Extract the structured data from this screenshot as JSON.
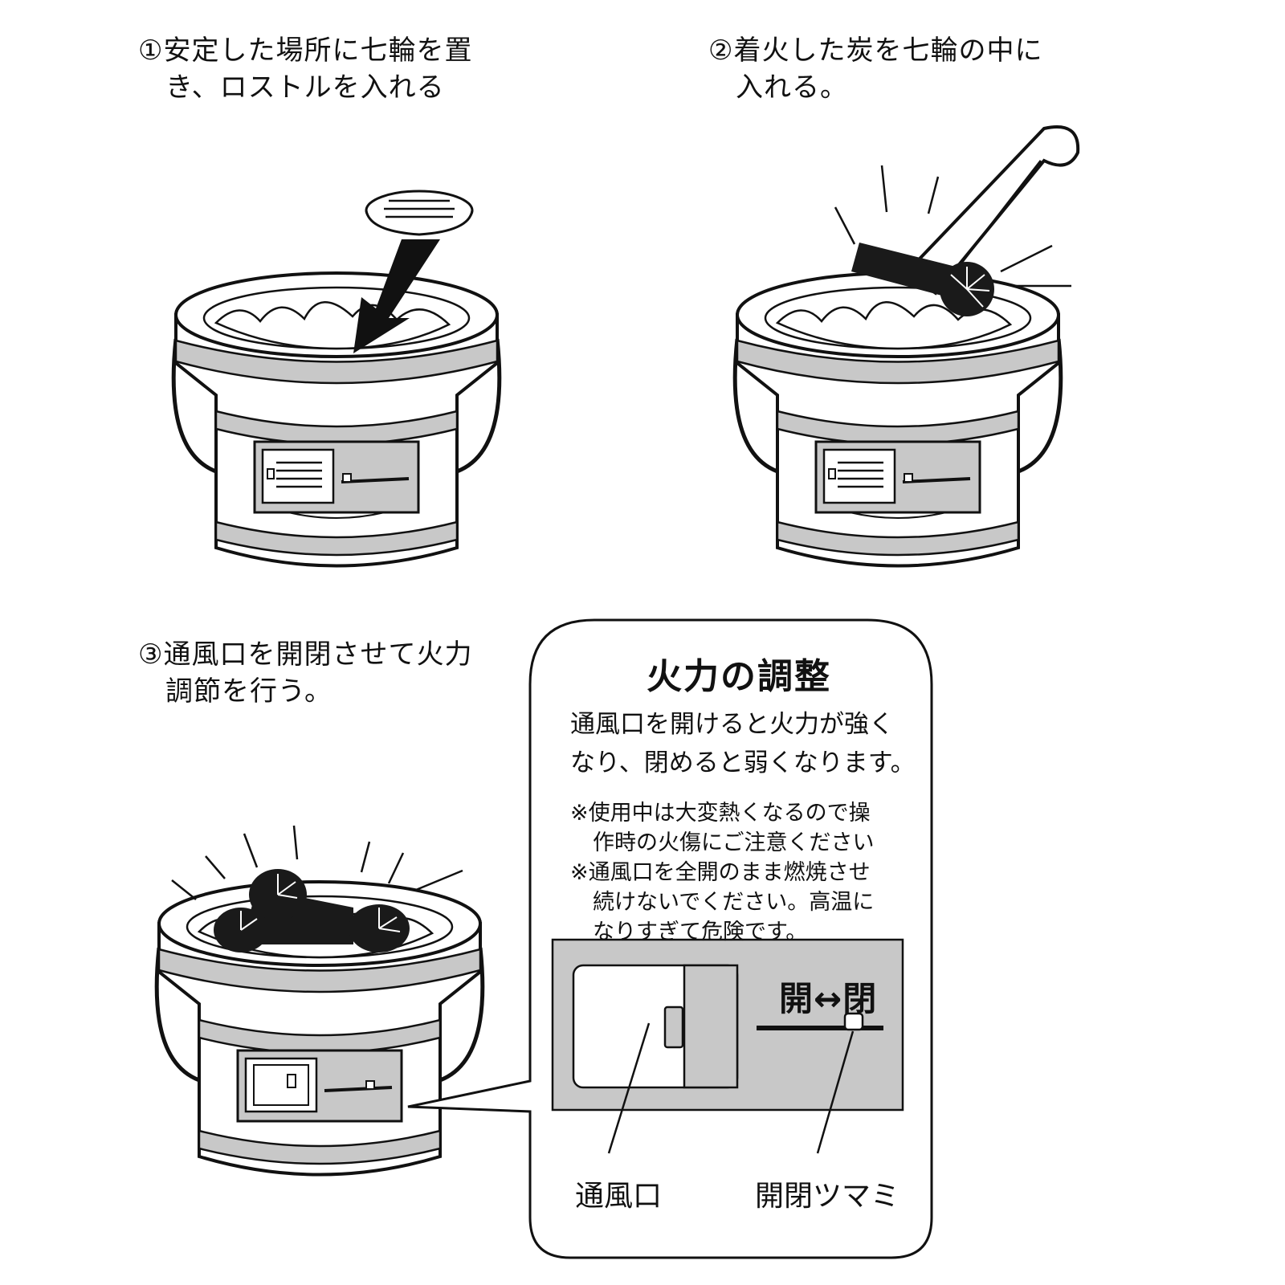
{
  "steps": [
    {
      "line1": "①安定した場所に七輪を置",
      "line2": "き、ロストルを入れる"
    },
    {
      "line1": "②着火した炭を七輪の中に",
      "line2": "入れる。"
    },
    {
      "line1": "③通風口を開閉させて火力",
      "line2": "調節を行う。"
    }
  ],
  "panel": {
    "title": "火力の調整",
    "desc_line1": "通風口を開けると火力が強く",
    "desc_line2": "なり、閉めると弱くなります。",
    "note1_line1": "※使用中は大変熱くなるので操",
    "note1_line2": "作時の火傷にご注意ください",
    "note2_line1": "※通風口を全開のまま燃焼させ",
    "note2_line2": "続けないでください。高温に",
    "note2_line3": "なりすぎて危険です。",
    "open_close_label": "開↔閉",
    "callout_vent": "通風口",
    "callout_knob": "開閉ツマミ"
  },
  "colors": {
    "line": "#111111",
    "gray": "#c8c8c8",
    "charcoal": "#1a1a1a",
    "white": "#ffffff"
  },
  "icons": [
    "shichirin-stove",
    "grate",
    "arrow",
    "tongs",
    "charcoal",
    "heat-lines"
  ]
}
